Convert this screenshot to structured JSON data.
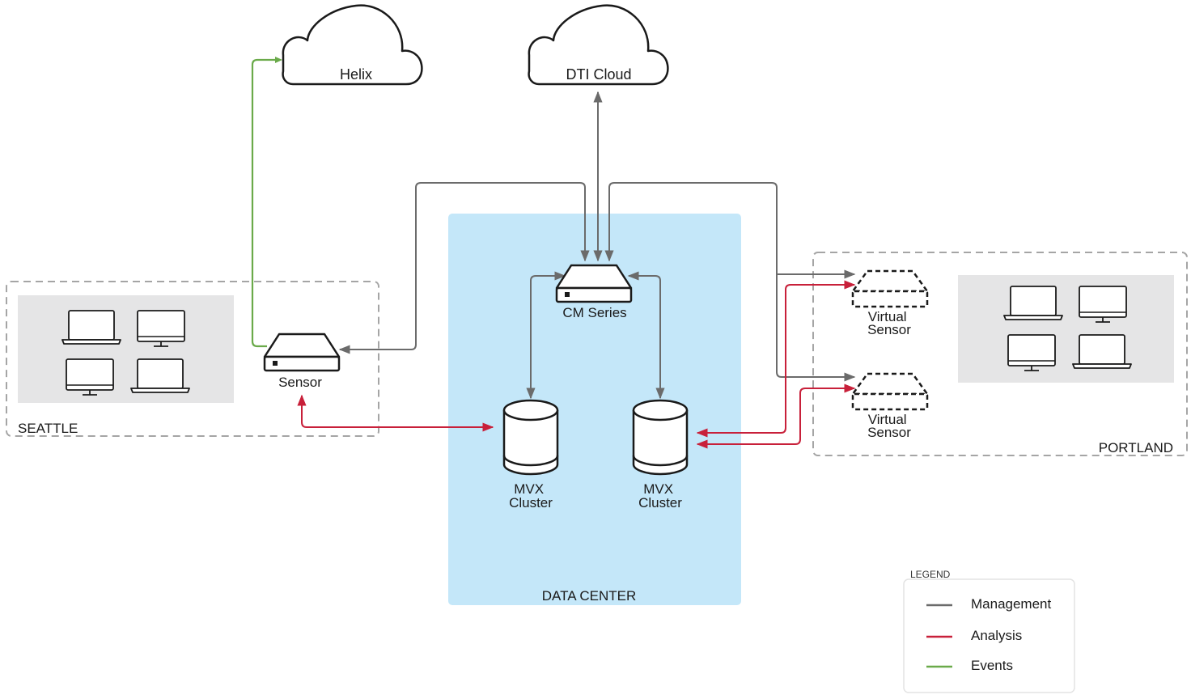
{
  "colors": {
    "management": "#6b6b6b",
    "analysis": "#c8203a",
    "events": "#6aaa4a",
    "data_center_fill": "#c4e7f9",
    "device_panel_fill": "#e5e5e6",
    "zone_border": "#a5a5a5",
    "outline": "#1a1a1a"
  },
  "clouds": {
    "helix": "Helix",
    "dti": "DTI Cloud"
  },
  "zones": {
    "seattle": "SEATTLE",
    "data_center": "DATA CENTER",
    "portland": "PORTLAND"
  },
  "nodes": {
    "sensor": "Sensor",
    "cm_series": "CM Series",
    "mvx_left": [
      "MVX",
      "Cluster"
    ],
    "mvx_right": [
      "MVX",
      "Cluster"
    ],
    "virtual_top": [
      "Virtual",
      "Sensor"
    ],
    "virtual_bottom": [
      "Virtual",
      "Sensor"
    ]
  },
  "legend": {
    "title": "LEGEND",
    "items": [
      {
        "label": "Management",
        "icon": "management-line-icon"
      },
      {
        "label": "Analysis",
        "icon": "analysis-line-icon"
      },
      {
        "label": "Events",
        "icon": "events-line-icon"
      }
    ]
  }
}
